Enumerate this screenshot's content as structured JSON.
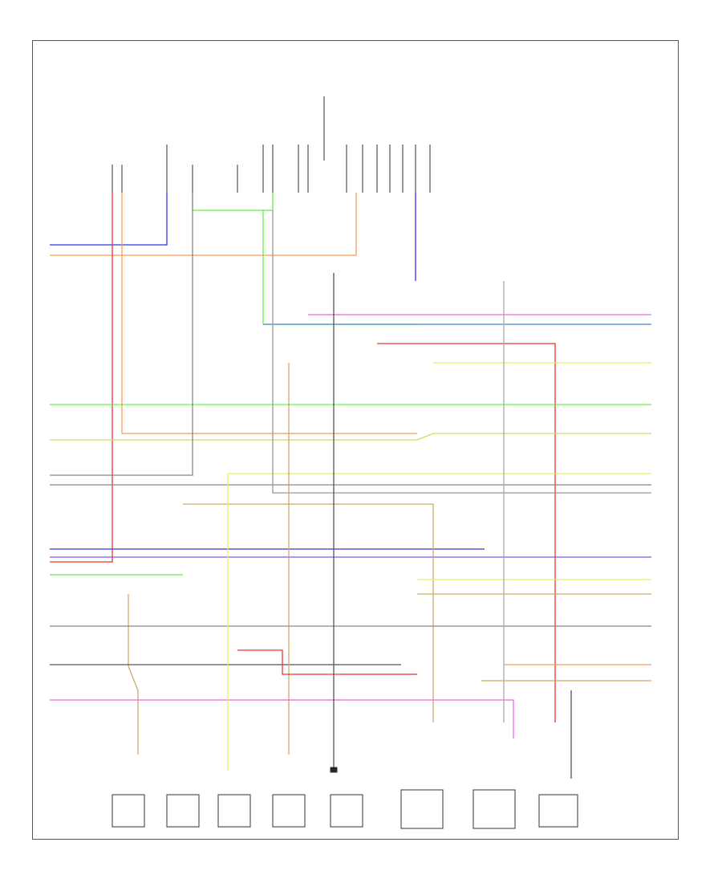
{
  "diagram": {
    "page_label": "",
    "header_label": "",
    "right_header_label": "",
    "colors": {
      "frame": "#555555",
      "blue": "#3333dd",
      "orange": "#ff9955",
      "red": "#ee3333",
      "green": "#66ee44",
      "yellow": "#eeee66",
      "tan": "#ccaa66",
      "pink": "#ee66ee",
      "gray": "#888888",
      "dark": "#333333",
      "steel-blue": "#4488cc",
      "violet": "#7755ee"
    },
    "components": [
      {
        "id": "comp-1",
        "label": ""
      },
      {
        "id": "comp-2",
        "label": ""
      },
      {
        "id": "comp-3",
        "label": ""
      },
      {
        "id": "comp-4",
        "label": ""
      },
      {
        "id": "comp-5",
        "label": ""
      },
      {
        "id": "comp-6",
        "label": ""
      },
      {
        "id": "comp-7",
        "label": ""
      },
      {
        "id": "comp-8",
        "label": ""
      }
    ]
  }
}
